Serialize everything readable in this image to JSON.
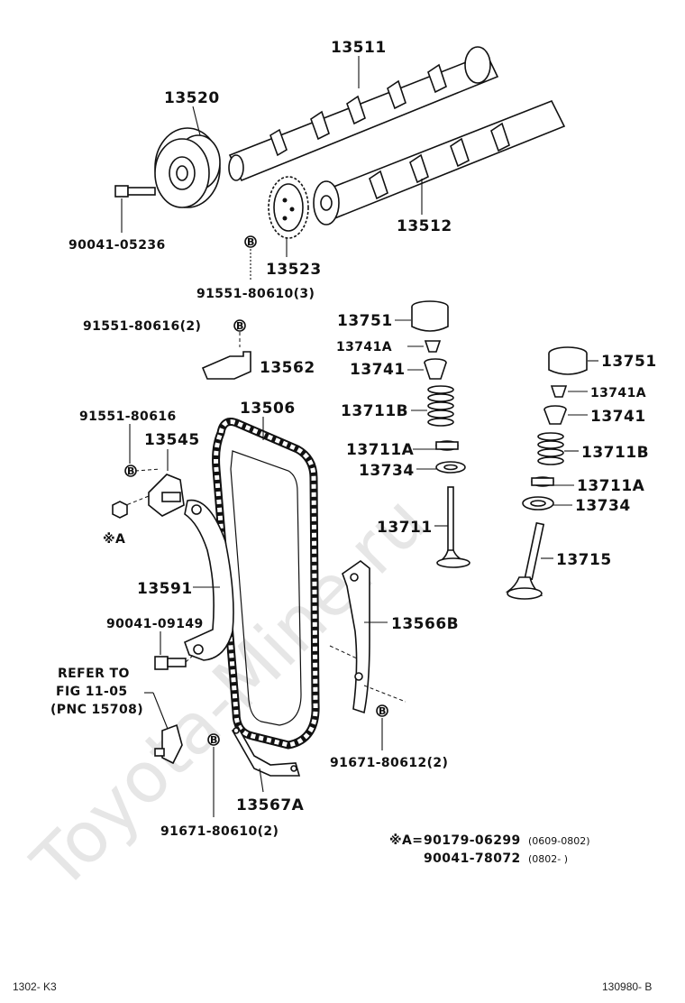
{
  "watermark": "Toyota-Mine.ru",
  "labels": {
    "p13511": "13511",
    "p13520": "13520",
    "p90041_05236": "90041-05236",
    "p13523": "13523",
    "p13512": "13512",
    "p91551_80610": "91551-80610(3)",
    "p91551_80616_2": "91551-80616(2)",
    "p13562": "13562",
    "p13751_left": "13751",
    "p13741a_left": "13741A",
    "p13741_left": "13741",
    "p13711b_left": "13711B",
    "p13711a_left": "13711A",
    "p13734_left": "13734",
    "p13711": "13711",
    "p13751_right": "13751",
    "p13741a_right": "13741A",
    "p13741_right": "13741",
    "p13711b_right": "13711B",
    "p13711a_right": "13711A",
    "p13734_right": "13734",
    "p13715": "13715",
    "p91551_80616": "91551-80616",
    "p13545": "13545",
    "p13506": "13506",
    "note_a": "※A",
    "p13591": "13591",
    "p90041_09149": "90041-09149",
    "p13566b": "13566B",
    "refer_line1": "REFER TO",
    "refer_line2": "FIG 11-05",
    "refer_line3": "(PNC 15708)",
    "p91671_80612": "91671-80612(2)",
    "p13567a": "13567A",
    "p91671_80610": "91671-80610(2)",
    "note_a_prefix": "※A=",
    "note_a_part1": "90179-06299",
    "note_a_date1": "(0609-0802)",
    "note_a_part2": "90041-78072",
    "note_a_date2": "(0802-        )",
    "footer_left": "1302- K3",
    "footer_right": "130980- B",
    "callout_b": "B"
  }
}
